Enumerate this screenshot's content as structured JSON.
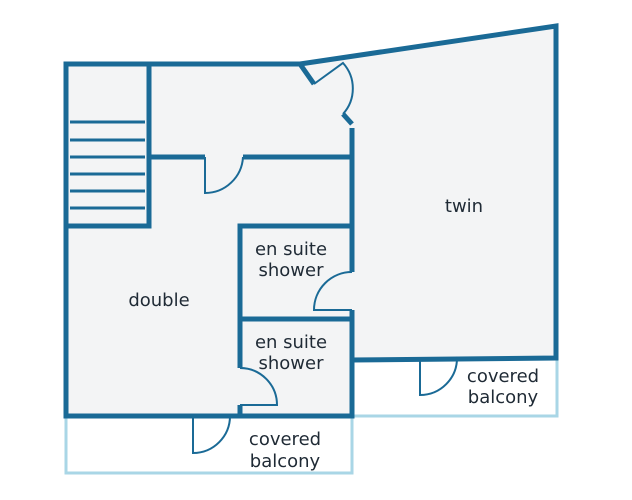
{
  "rooms": {
    "twin": "twin",
    "double": "double",
    "ensuite_top": [
      "en suite",
      "shower"
    ],
    "ensuite_bottom": [
      "en suite",
      "shower"
    ],
    "balcony_right": [
      "covered",
      "balcony"
    ],
    "balcony_bottom": [
      "covered",
      "balcony"
    ]
  },
  "colors": {
    "wall": "#1a6a96",
    "floor": "#f3f4f5",
    "balcony_outline": "#a9d6e6",
    "text": "#1f2a35"
  }
}
